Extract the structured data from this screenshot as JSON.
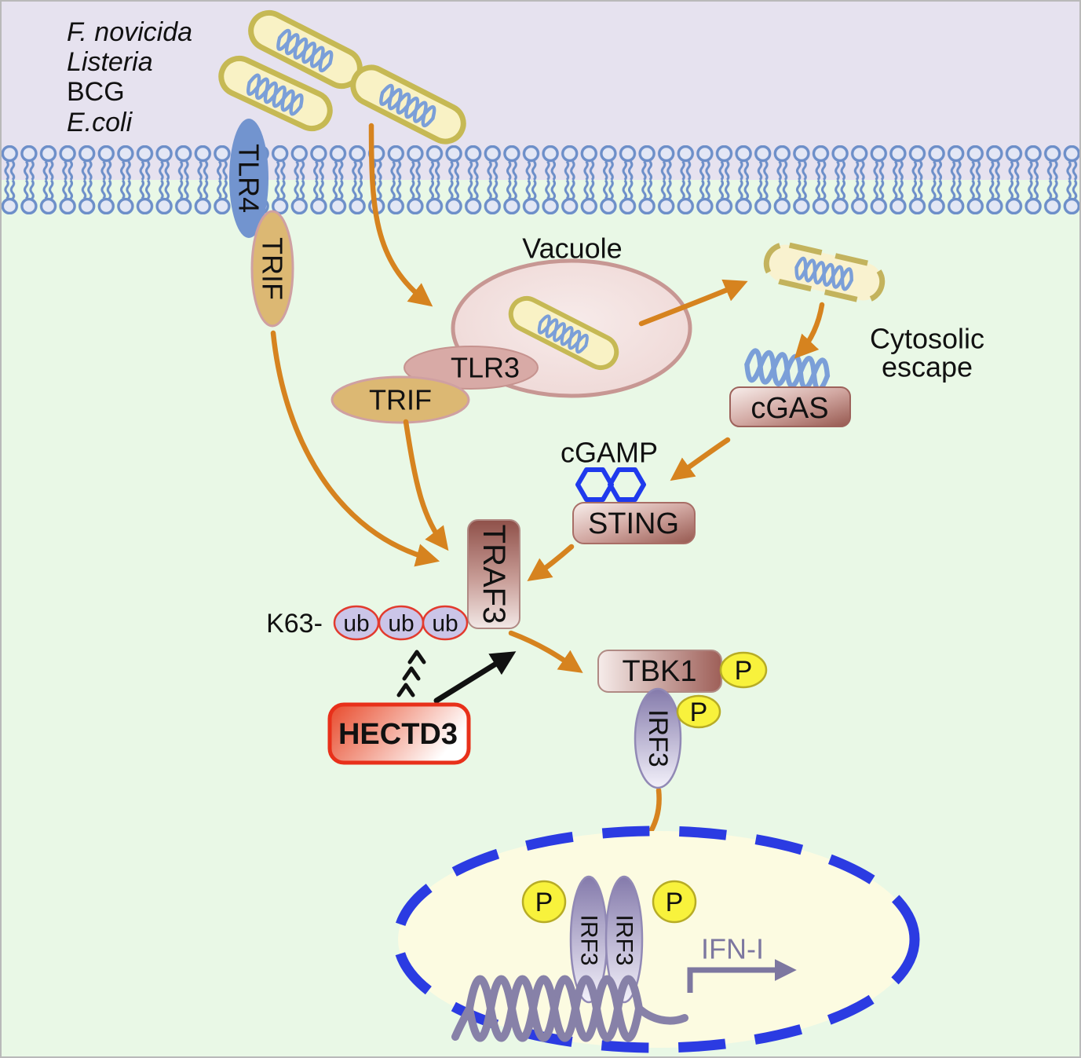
{
  "labels": {
    "bacteria_line1": "F. novicida",
    "bacteria_line2": "Listeria",
    "bacteria_line3": "BCG",
    "bacteria_line4": "E.coli",
    "tlr4": "TLR4",
    "trif": "TRIF",
    "vacuole": "Vacuole",
    "tlr3": "TLR3",
    "cytosolic_escape_line1": "Cytosolic",
    "cytosolic_escape_line2": "escape",
    "cgas": "cGAS",
    "cgamp": "cGAMP",
    "sting": "STING",
    "traf3": "TRAF3",
    "k63": "K63-",
    "ub": "ub",
    "hectd3": "HECTD3",
    "tbk1": "TBK1",
    "phospho": "P",
    "irf3": "IRF3",
    "ifn1": "IFN-I"
  },
  "colors": {
    "extracellular_bg": "#e6e2ef",
    "cytoplasm_bg": "#e9f8e6",
    "membrane_blue": "#6d8fc9",
    "arrow_orange": "#d6831f",
    "black_arrow": "#111111",
    "hectd3_red": "#e8301a",
    "nucleus_border_blue": "#2b3be2",
    "nucleus_fill": "#fcfbe1",
    "cgamp_hexagon_blue": "#1f3aed",
    "dna_blue": "#7b9fd8",
    "bacteria_border_gold": "#c6b954",
    "bacteria_fill": "#f9f2c5",
    "phospho_yellow": "#f8f23c",
    "helix_purple": "#8781a8",
    "protein_maroon": "#96584f",
    "irf3_purple": "#857aab",
    "trif_tan": "#dcb873",
    "tlr4_blue": "#7294cf",
    "tlr3_rose": "#d8aaa6",
    "vacuole_pink": "#ecd2d0",
    "ub_lavender": "#cbc5e8"
  }
}
